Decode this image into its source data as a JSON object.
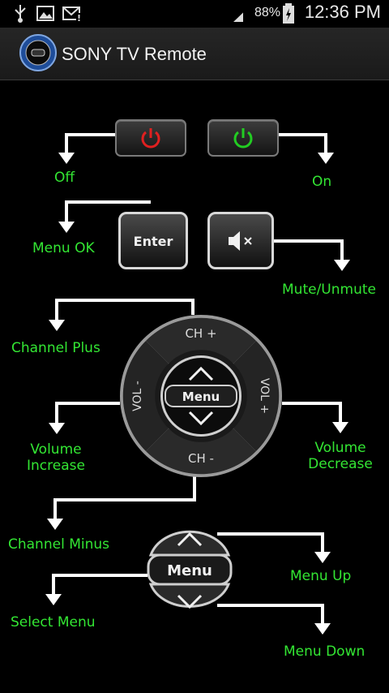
{
  "status_bar": {
    "battery_percent": "88%",
    "time": "12:36 PM",
    "icons": [
      "usb-icon",
      "image-icon",
      "mail-error-icon",
      "signal-icon",
      "battery-charging-icon"
    ]
  },
  "app_bar": {
    "title": "SONY TV Remote",
    "icon": "remote-app-icon"
  },
  "buttons": {
    "enter_label": "Enter",
    "dpad_ch_plus": "CH +",
    "dpad_ch_minus": "CH -",
    "dpad_vol_minus": "VOL -",
    "dpad_vol_plus": "VOL +",
    "dpad_menu": "Menu",
    "menu_pad_label": "Menu"
  },
  "labels": {
    "off": "Off",
    "on": "On",
    "menu_ok": "Menu OK",
    "mute_unmute": "Mute/Unmute",
    "channel_plus": "Channel Plus",
    "volume_increase_line1": "Volume",
    "volume_increase_line2": "Increase",
    "volume_decrease_line1": "Volume",
    "volume_decrease_line2": "Decrease",
    "channel_minus": "Channel Minus",
    "menu_up": "Menu Up",
    "select_menu": "Select Menu",
    "menu_down": "Menu Down"
  },
  "colors": {
    "label_green": "#33e633",
    "power_off_red": "#e02020",
    "power_on_green": "#22cc22",
    "arrow_white": "#ffffff"
  }
}
